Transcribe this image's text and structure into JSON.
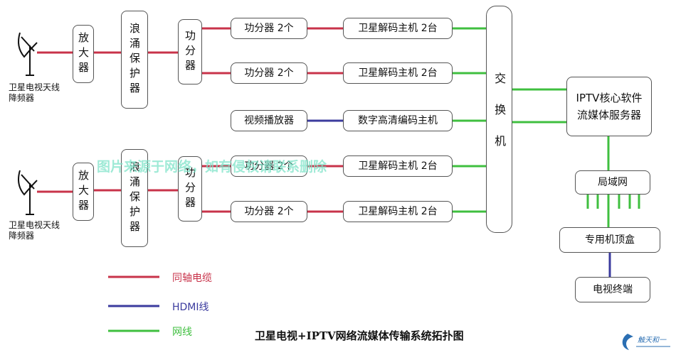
{
  "diagram": {
    "title": "卫星电视+IPTV网络流媒体传输系统拓扑图",
    "antenna_labels": [
      "卫星电视天线",
      "降频器"
    ],
    "amplifier": "放大器",
    "surge_protector": "浪涌保护器",
    "power_divider": "功分器",
    "power_divider_2": "功分器 2个",
    "satellite_receiver": "卫星解码主机 2台",
    "video_player": "视频播放器",
    "hd_encoder": "数字高清编码主机",
    "switch": "交换机",
    "iptv_server": "IPTV核心软件\n流媒体服务器",
    "lan": "局域网",
    "settop_box": "专用机顶盒",
    "tv_terminal": "电视终端",
    "watermark": "图片来源于网络，如有侵权请联系删除",
    "logo_text": "触天和一"
  },
  "legend": {
    "coax": "同轴电缆",
    "hdmi": "HDMI线",
    "network": "网线"
  },
  "colors": {
    "coax": "#c8334a",
    "hdmi": "#3b3b9e",
    "network": "#3fbf3f",
    "coax_text": "#c8334a",
    "hdmi_text": "#3b3b9e",
    "network_text": "#3fbf3f"
  }
}
